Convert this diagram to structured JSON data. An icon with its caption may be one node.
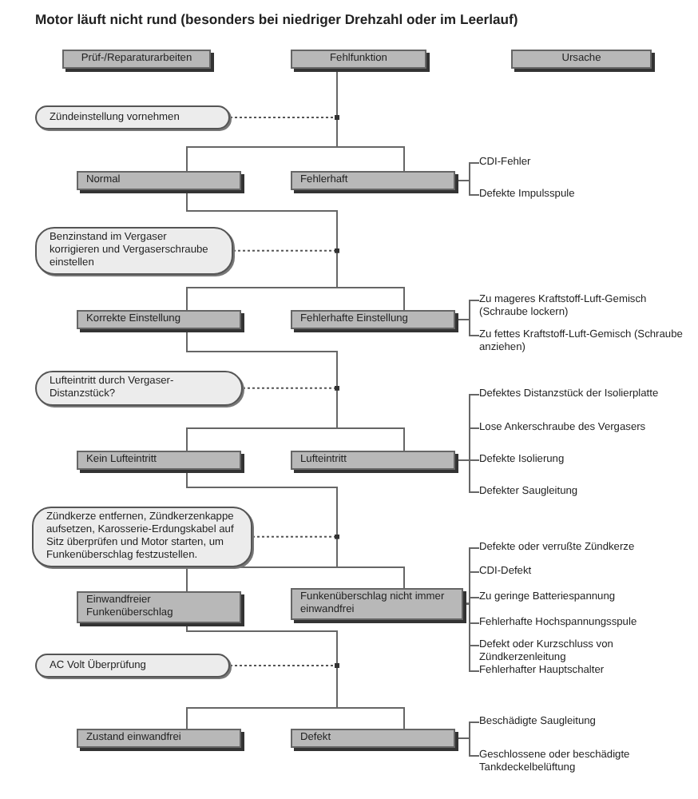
{
  "diagram": {
    "title": "Motor läuft nicht rund (besonders bei niedriger Drehzahl oder im Leerlauf)",
    "nodes": [
      {
        "text": [
          "Prüf-/Reparaturarbeiten"
        ]
      },
      {
        "text": [
          "Fehlfunktion"
        ]
      },
      {
        "text": [
          "Ursache"
        ]
      },
      {
        "text": [
          "Zündeinstellung vornehmen"
        ]
      },
      {
        "text": [
          "Normal"
        ]
      },
      {
        "text": [
          "Fehlerhaft"
        ]
      },
      {
        "text": [
          "CDI-Fehler"
        ]
      },
      {
        "text": [
          "Defekte Impulsspule"
        ]
      },
      {
        "text": [
          "Benzinstand im Vergaser korrigieren und Vergaserschraube einstellen"
        ]
      },
      {
        "text": [
          "Korrekte Einstellung"
        ]
      },
      {
        "text": [
          "Fehlerhafte Einstellung"
        ]
      },
      {
        "text": [
          "Zu mageres Kraftstoff-Luft-Gemisch (Schraube lockern)"
        ]
      },
      {
        "text": [
          "Zu fettes Kraftstoff-Luft-Gemisch (Schraube anziehen)"
        ]
      },
      {
        "text": [
          "Lufteintritt durch Vergaser-Distanzstück?"
        ]
      },
      {
        "text": [
          "Kein Lufteintritt"
        ]
      },
      {
        "text": [
          "Lufteintritt"
        ]
      },
      {
        "text": [
          "Defektes Distanzstück der Isolierplatte"
        ]
      },
      {
        "text": [
          "Lose Ankerschraube des Vergasers"
        ]
      },
      {
        "text": [
          "Defekte Isolierung"
        ]
      },
      {
        "text": [
          "Defekter Saugleitung"
        ]
      },
      {
        "text": [
          "Zündkerze entfernen, Zündkerzenkappe aufsetzen, Karosserie-Erdungskabel auf Sitz überprüfen und Motor starten, um Funkenüberschlag festzustellen."
        ]
      },
      {
        "text": [
          "Einwandfreier Funkenüberschlag"
        ]
      },
      {
        "text": [
          "Funkenüberschlag nicht immer einwandfrei"
        ]
      },
      {
        "text": [
          "Defekte oder verrußte Zündkerze"
        ]
      },
      {
        "text": [
          "CDI-Defekt"
        ]
      },
      {
        "text": [
          "Zu geringe Batteriespannung"
        ]
      },
      {
        "text": [
          "Fehlerhafte Hochspannungsspule"
        ]
      },
      {
        "text": [
          "Defekt oder Kurzschluss von Zündkerzenleitung"
        ]
      },
      {
        "text": [
          "Fehlerhafter Hauptschalter"
        ]
      },
      {
        "text": [
          "AC Volt Überprüfung"
        ]
      },
      {
        "text": [
          "Zustand einwandfrei"
        ]
      },
      {
        "text": [
          "Defekt"
        ]
      },
      {
        "text": [
          "Beschädigte Saugleitung"
        ]
      },
      {
        "text": [
          "Geschlossene oder beschädigte Tankdeckelbelüftung"
        ]
      }
    ],
    "edges": [
      {
        "from": 1,
        "to": 4,
        "arrow": "none"
      },
      {
        "from": 1,
        "to": 5,
        "arrow": "none"
      },
      {
        "from": 3,
        "to": null,
        "arrow": "other",
        "style": "dashed"
      },
      {
        "from": 5,
        "to": 6,
        "arrow": "none"
      },
      {
        "from": 5,
        "to": 7,
        "arrow": "none"
      },
      {
        "from": 4,
        "to": 9,
        "arrow": "none"
      },
      {
        "from": 4,
        "to": 10,
        "arrow": "none"
      },
      {
        "from": 8,
        "to": null,
        "arrow": "other",
        "style": "dashed"
      },
      {
        "from": 10,
        "to": 11,
        "arrow": "none"
      },
      {
        "from": 10,
        "to": 12,
        "arrow": "none"
      },
      {
        "from": 9,
        "to": 14,
        "arrow": "none"
      },
      {
        "from": 9,
        "to": 15,
        "arrow": "none"
      },
      {
        "from": 13,
        "to": null,
        "arrow": "other",
        "style": "dashed"
      },
      {
        "from": 15,
        "to": 16,
        "arrow": "none"
      },
      {
        "from": 15,
        "to": 17,
        "arrow": "none"
      },
      {
        "from": 15,
        "to": 18,
        "arrow": "none"
      },
      {
        "from": 15,
        "to": 19,
        "arrow": "none"
      },
      {
        "from": 14,
        "to": 21,
        "arrow": "none"
      },
      {
        "from": 14,
        "to": 22,
        "arrow": "none"
      },
      {
        "from": 20,
        "to": null,
        "arrow": "other",
        "style": "dashed"
      },
      {
        "from": 22,
        "to": 23,
        "arrow": "none"
      },
      {
        "from": 22,
        "to": 24,
        "arrow": "none"
      },
      {
        "from": 22,
        "to": 25,
        "arrow": "none"
      },
      {
        "from": 22,
        "to": 26,
        "arrow": "none"
      },
      {
        "from": 22,
        "to": 27,
        "arrow": "none"
      },
      {
        "from": 22,
        "to": 28,
        "arrow": "none"
      },
      {
        "from": 21,
        "to": 30,
        "arrow": "none"
      },
      {
        "from": 21,
        "to": 31,
        "arrow": "none"
      },
      {
        "from": 29,
        "to": null,
        "arrow": "other",
        "style": "dashed"
      },
      {
        "from": 31,
        "to": 32,
        "arrow": "none"
      },
      {
        "from": 31,
        "to": 33,
        "arrow": "none"
      }
    ]
  }
}
